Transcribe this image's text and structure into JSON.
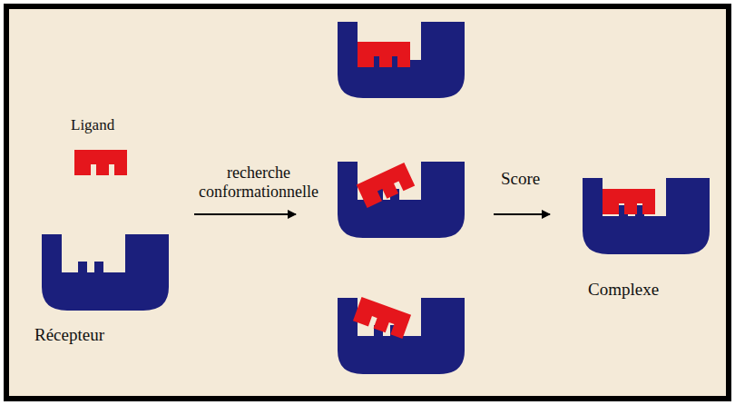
{
  "diagram": {
    "labels": [
      "Ligand",
      "recherche conformationnelle",
      "Score",
      "Récepteur",
      "Complexe"
    ]
  }
}
